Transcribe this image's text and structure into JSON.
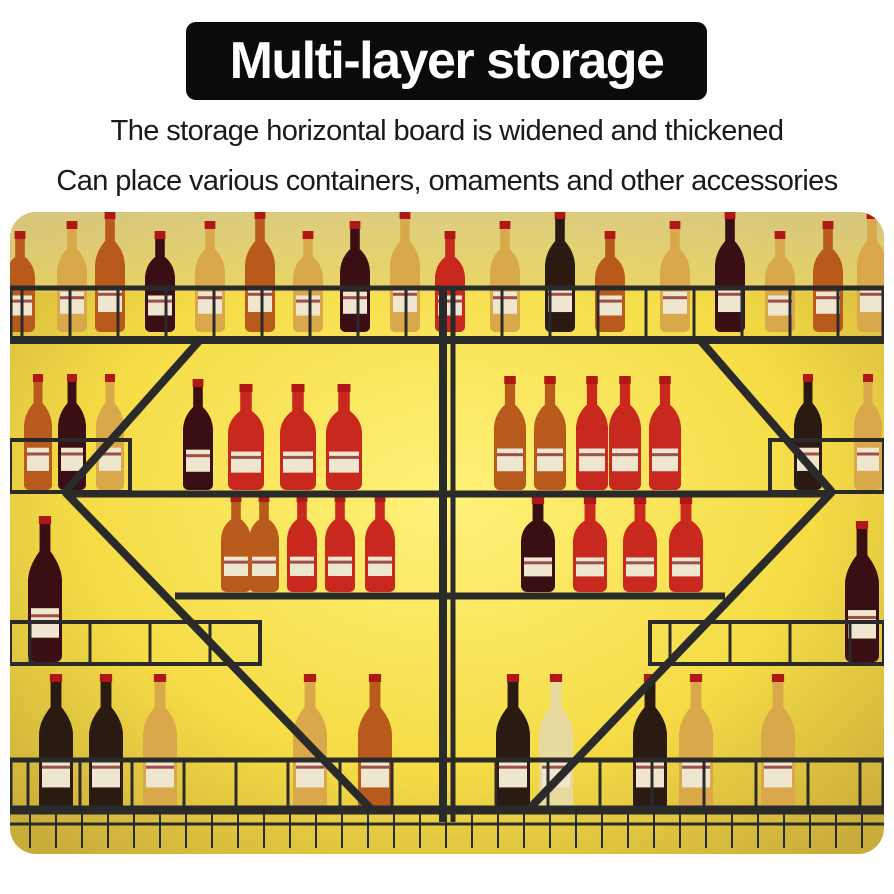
{
  "title": "Multi-layer storage",
  "subtitle_lines": [
    "The storage horizontal board is widened and thickened",
    "Can place various containers, omaments and other accessories"
  ],
  "photo": {
    "subject": "wine-rack-shelf-with-bottles",
    "colors": {
      "backlight": "#f7e04a",
      "wall": "#cfc08a",
      "frame": "#2a2a2a"
    }
  }
}
